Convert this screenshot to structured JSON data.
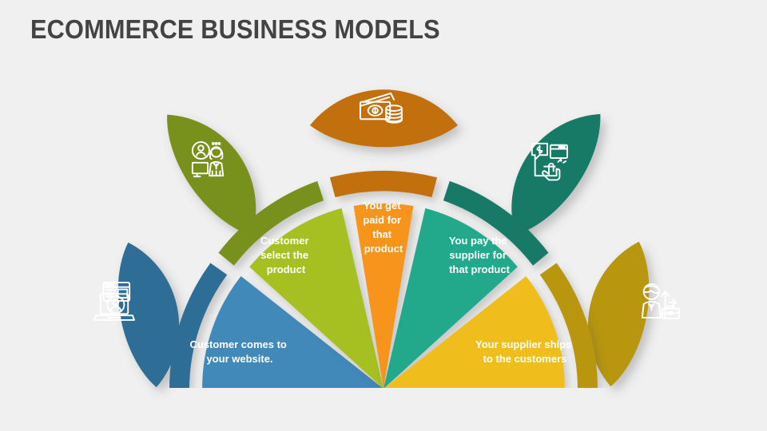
{
  "page": {
    "title": "ECOMMERCE BUSINESS MODELS",
    "background_color": "#f0f0f0",
    "title_color": "#434343"
  },
  "diagram": {
    "type": "semicircular-fan-process",
    "segment_count": 5,
    "segments": [
      {
        "index": 1,
        "label_lines": [
          "Customer comes to",
          "your website."
        ],
        "label": "Customer comes to your website.",
        "wedge_color": "#4089b8",
        "arc_color": "#2e6e96",
        "petal_color": "#2e6e96",
        "icon": "laptop-browser-user-icon",
        "font_size": 13
      },
      {
        "index": 2,
        "label_lines": [
          "Customer",
          "select the",
          "product"
        ],
        "label": "Customer select the product",
        "wedge_color": "#a6c023",
        "arc_color": "#78901f",
        "petal_color": "#78901f",
        "icon": "support-agent-monitor-icon",
        "font_size": 13
      },
      {
        "index": 3,
        "label_lines": [
          "You get",
          "paid for",
          "that",
          "product"
        ],
        "label": "You get paid for that product",
        "wedge_color": "#f7941d",
        "arc_color": "#c1700a",
        "petal_color": "#c1700a",
        "icon": "cash-coins-money-icon",
        "font_size": 13
      },
      {
        "index": 4,
        "label_lines": [
          "You pay the",
          "supplier for",
          "that product"
        ],
        "label": "You pay the supplier for that product",
        "wedge_color": "#20a88a",
        "arc_color": "#177a66",
        "petal_color": "#177a66",
        "icon": "online-payment-click-icon",
        "font_size": 13
      },
      {
        "index": 5,
        "label_lines": [
          "Your supplier ships",
          "to the customers"
        ],
        "label": "Your supplier ships to the customers",
        "wedge_color": "#f0be1e",
        "arc_color": "#b8960c",
        "petal_color": "#b8960c",
        "icon": "businessman-growth-briefcase-icon",
        "font_size": 13
      }
    ]
  }
}
